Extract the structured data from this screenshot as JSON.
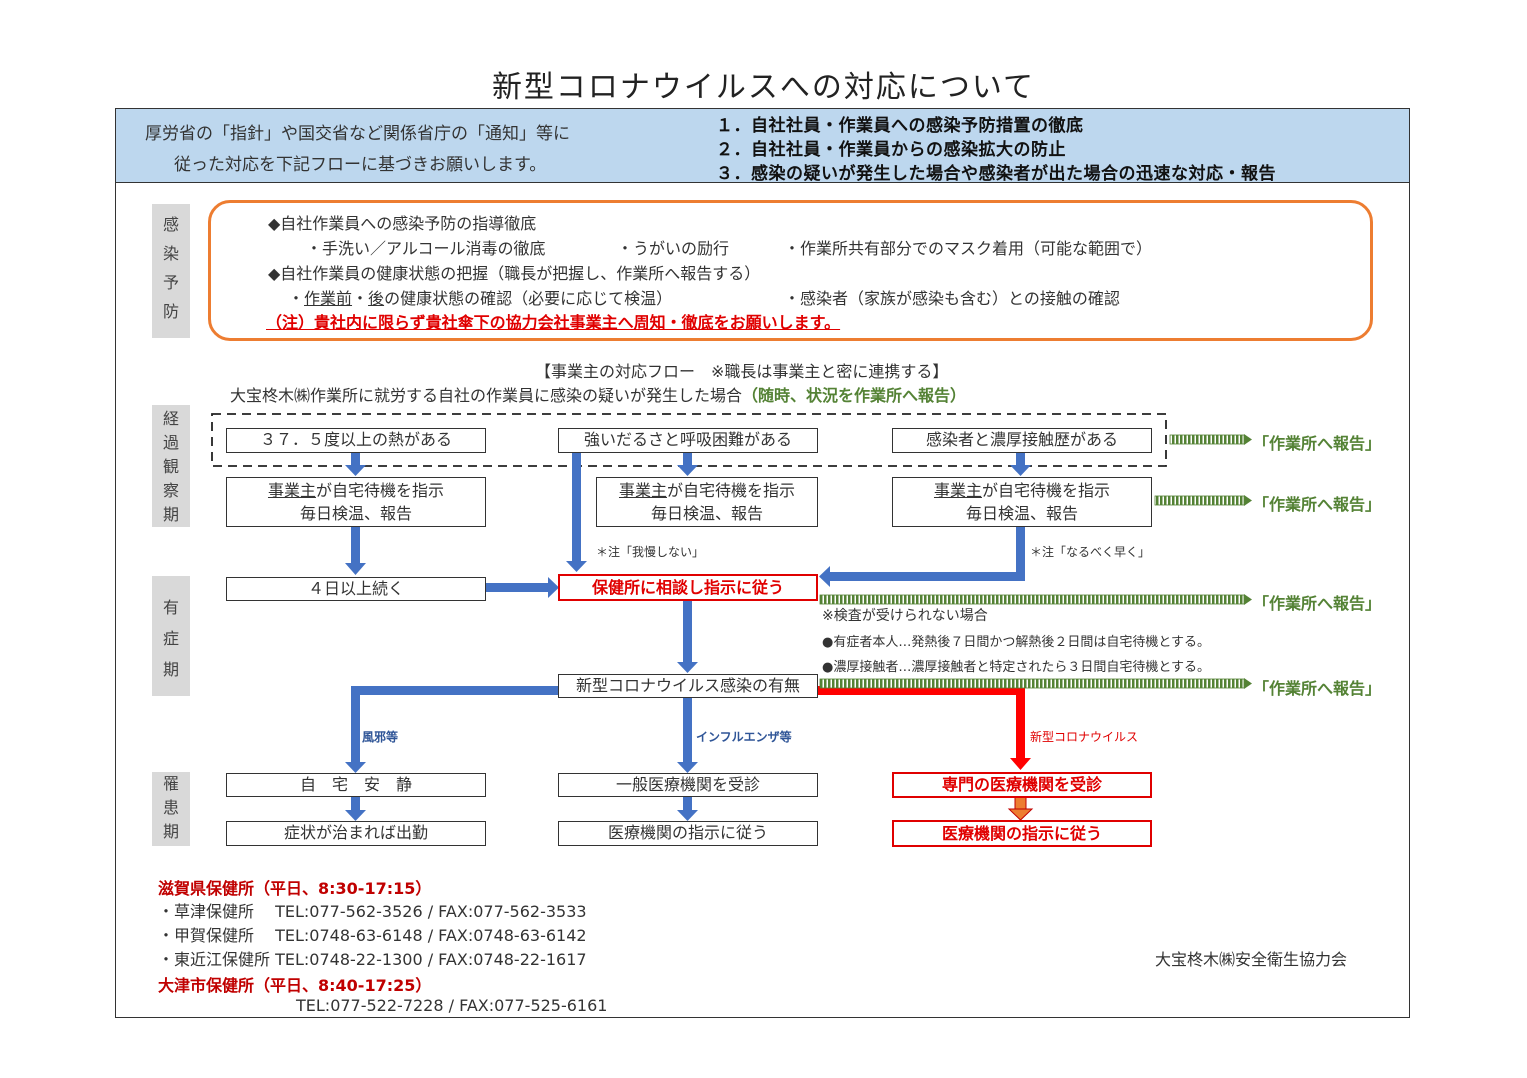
{
  "title": "新型コロナウイルスへの対応について",
  "header": {
    "intro_line1": "厚労省の「指針」や国交省など関係省庁の「通知」等に",
    "intro_line2": "従った対応を下記フローに基づきお願いします。",
    "goals": [
      "１．自社社員・作業員への感染予防措置の徹底",
      "２．自社社員・作業員からの感染拡大の防止",
      "３．感染の疑いが発生した場合や感染者が出た場合の迅速な対応・報告"
    ]
  },
  "side_labels": {
    "prevention": [
      "感",
      "染",
      "予",
      "防"
    ],
    "observation": [
      "経",
      "過",
      "観",
      "察",
      "期"
    ],
    "symptom": [
      "有",
      "症",
      "期"
    ],
    "illness": [
      "罹",
      "患",
      "期"
    ]
  },
  "prevention": {
    "line1": "◆自社作業員への感染予防の指導徹底",
    "line2a": "・手洗い／アルコール消毒の徹底",
    "line2b": "・うがいの励行",
    "line2c": "・作業所共有部分でのマスク着用（可能な範囲で）",
    "line3": "◆自社作業員の健康状態の把握（職長が把握し、作業所へ報告する）",
    "line4_prefix": "・",
    "line4_u1": "作業前",
    "line4_mid": "・",
    "line4_u2": "後",
    "line4_rest": "の健康状態の確認（必要に応じて検温）",
    "line4b": "・感染者（家族が感染も含む）との接触の確認",
    "note": "（注）貴社内に限らず貴社傘下の協力会社事業主へ周知・徹底をお願いします。"
  },
  "flow": {
    "heading": "【事業主の対応フロー　※職長は事業主と密に連携する】",
    "subheading": "大宝柊木㈱作業所に就労する自社の作業員に感染の疑いが発生した場合",
    "subheading_green": "（随時、状況を作業所へ報告）",
    "symptom1": "３７．５度以上の熱がある",
    "symptom2": "強いだるさと呼吸困難がある",
    "symptom3": "感染者と濃厚接触歴がある",
    "wait_u": "事業主",
    "wait_rest": "が自宅待機を指示",
    "wait_line2": "毎日検温、報告",
    "four_days": "４日以上続く",
    "consult": "保健所に相談し指示に従う",
    "note_gaman": "＊注「我慢しない」",
    "note_hayaku": "＊注「なるべく早く」",
    "report": "「作業所へ報告」",
    "no_test": "※検査が受けられない場合",
    "bullet1": "●有症者本人…発熱後７日間かつ解熱後２日間は自宅待機とする。",
    "bullet2": "●濃厚接触者…濃厚接触者と特定されたら３日間自宅待機とする。",
    "infection": "新型コロナウイルス感染の有無",
    "branch_cold": "風邪等",
    "branch_flu": "インフルエンザ等",
    "branch_covid": "新型コロナウイルス",
    "rest_home": "自　宅　安　静",
    "return_work": "症状が治まれば出勤",
    "general_med": "一般医療機関を受診",
    "follow_med": "医療機関の指示に従う",
    "special_med": "専門の医療機関を受診",
    "follow_med_red": "医療機関の指示に従う"
  },
  "contacts": {
    "shiga_head": "滋賀県保健所（平日、8:30-17:15）",
    "kusatsu": "・草津保健所　 TEL:077-562-3526 / FAX:077-562-3533",
    "koka": "・甲賀保健所　 TEL:0748-63-6148 / FAX:0748-63-6142",
    "higashiomi": "・東近江保健所 TEL:0748-22-1300 / FAX:0748-22-1617",
    "otsu_head": "大津市保健所（平日、8:40-17:25）",
    "otsu": "TEL:077-522-7228 / FAX:077-525-6161"
  },
  "org": "大宝柊木㈱安全衛生協力会",
  "colors": {
    "header_bg": "#bdd7ee",
    "orange": "#ed7d31",
    "red": "#e00000",
    "green": "#548235",
    "blue_arrow": "#4472c4",
    "side_bg": "#d9d9d9"
  }
}
